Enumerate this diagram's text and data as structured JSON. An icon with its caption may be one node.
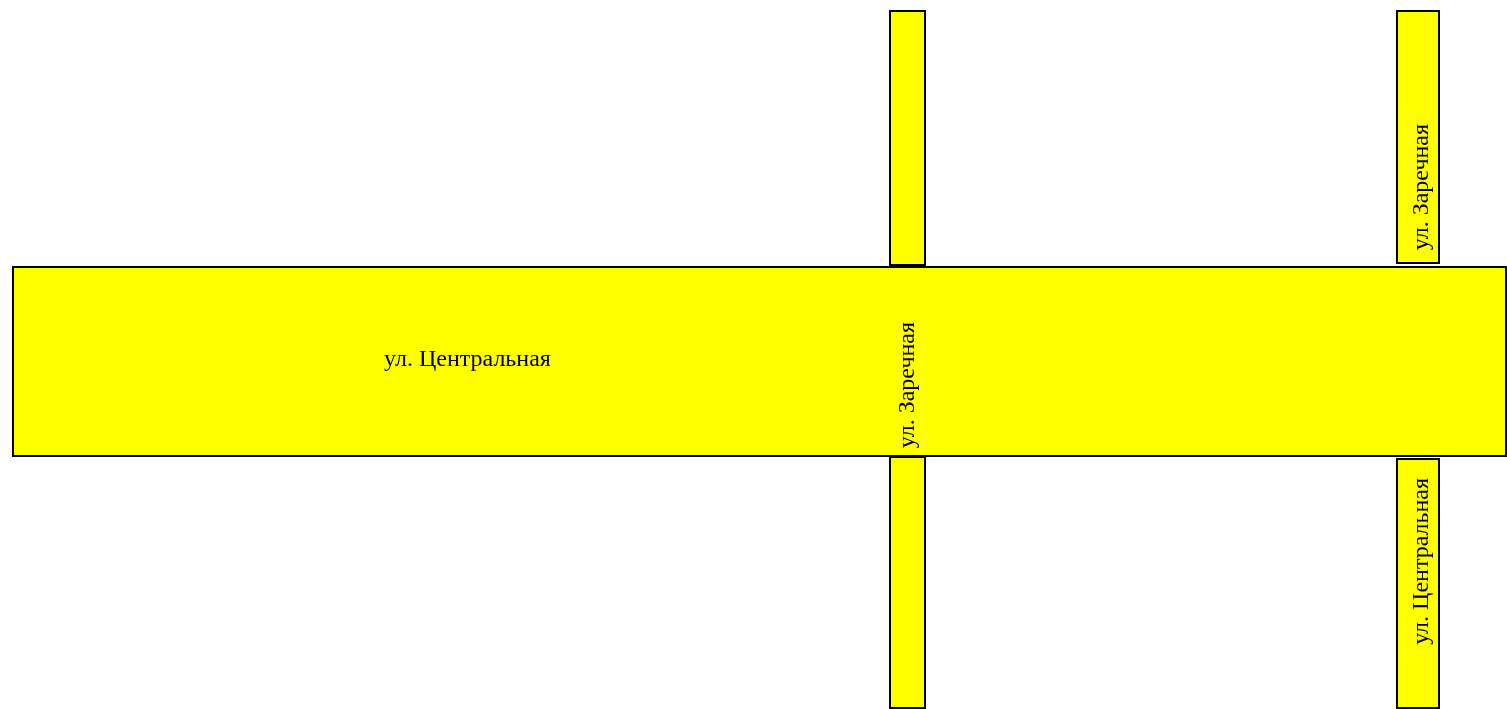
{
  "diagram": {
    "nodes": [
      {
        "text": [
          "ул. Центральная"
        ]
      },
      {
        "text": [
          "ул. Заречная"
        ]
      },
      {
        "text": [
          "ул. Заречная"
        ]
      },
      {
        "text": [
          "ул. Центральная"
        ]
      }
    ]
  }
}
